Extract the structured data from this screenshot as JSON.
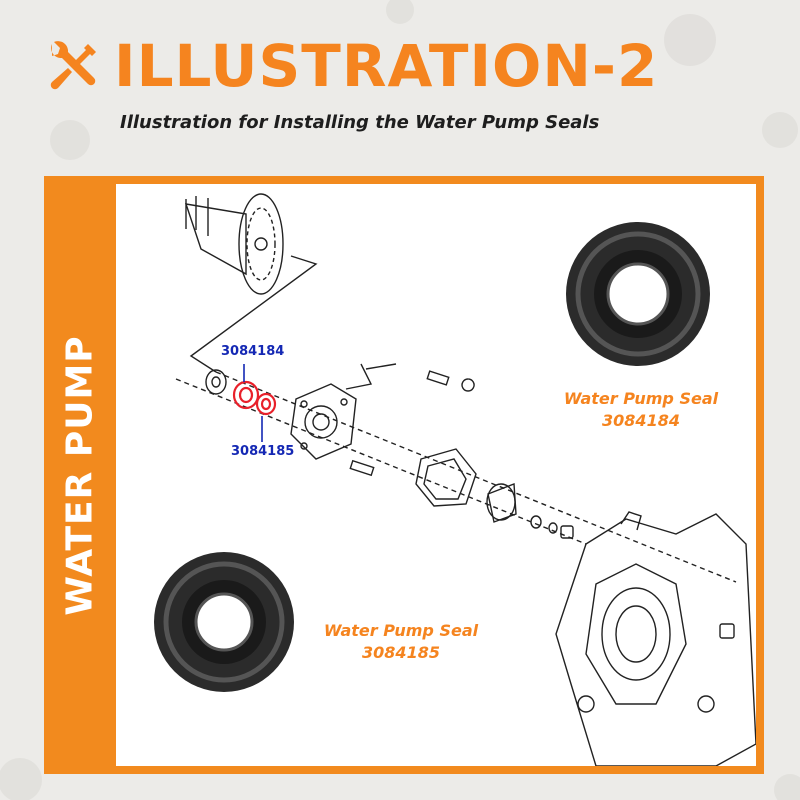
{
  "header": {
    "title": "ILLUSTRATION-2",
    "subtitle": "Illustration for Installing the Water Pump Seals",
    "icon": "tools-icon"
  },
  "sidebar": {
    "label": "WATER PUMP"
  },
  "diagram": {
    "callout_top": "3084184",
    "callout_bottom": "3084185"
  },
  "seals": [
    {
      "caption": "Water Pump Seal",
      "part_number": "3084184"
    },
    {
      "caption": "Water Pump Seal",
      "part_number": "3084185"
    }
  ],
  "colors": {
    "accent": "#f5841f",
    "frame": "#f28a1e",
    "callout": "#1428b4",
    "seal_highlight": "#e8202a"
  }
}
